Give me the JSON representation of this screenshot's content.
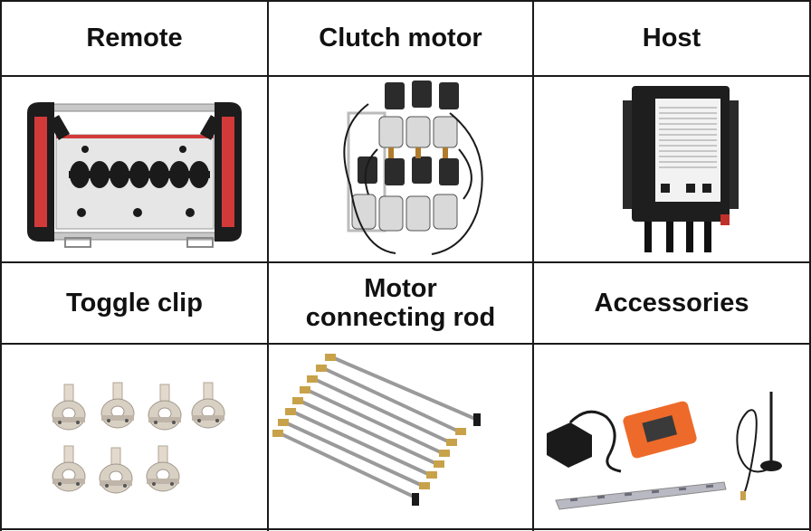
{
  "headers": {
    "remote": "Remote",
    "clutch_motor": "Clutch motor",
    "host": "Host",
    "toggle_clip": "Toggle clip",
    "motor_rod_line1": "Motor",
    "motor_rod_line2": "connecting rod",
    "accessories": "Accessories"
  },
  "colors": {
    "grid": "#1a1a1a",
    "remote_frame": "#d23a3a",
    "remote_grip": "#1c1c1c",
    "host_body": "#1e1e1e",
    "accessory_orange": "#ee6a2a",
    "clip_metal": "#d9d0c4"
  }
}
